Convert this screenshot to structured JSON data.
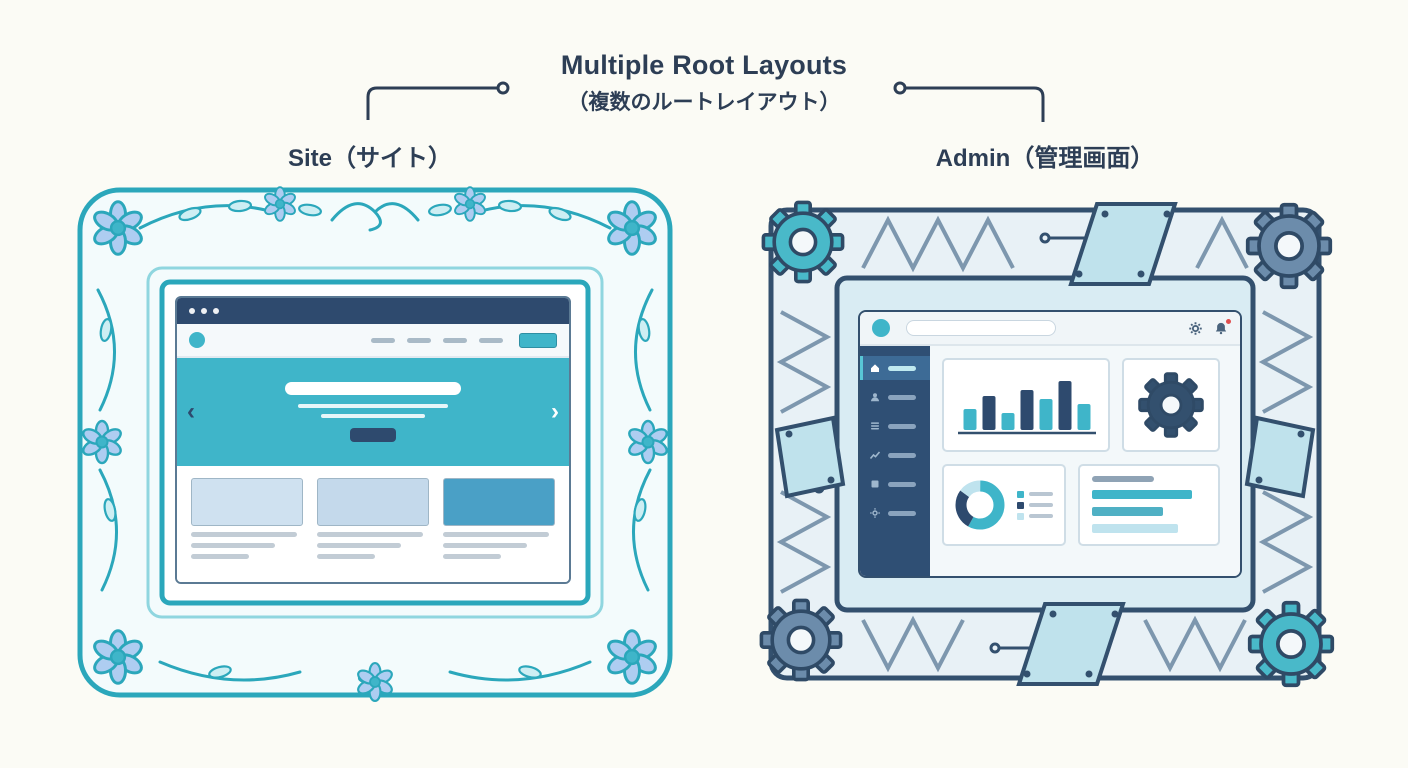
{
  "title": {
    "line1": "Multiple Root Layouts",
    "line2": "（複数のルートレイアウト）"
  },
  "panels": {
    "site": {
      "label": "Site（サイト）",
      "frame_style": "ornate floral frame",
      "browser": {
        "window_dots": 3,
        "nav_links": 4,
        "hero": {
          "carousel_prev": "‹",
          "carousel_next": "›"
        },
        "cards": 3
      }
    },
    "admin": {
      "label": "Admin（管理画面）",
      "frame_style": "mechanical gear frame",
      "topbar_icons": [
        "gear-icon",
        "bell-icon"
      ],
      "sidebar_items": [
        "home",
        "user",
        "list",
        "chart",
        "panel",
        "settings"
      ]
    }
  },
  "colors": {
    "background": "#fbfbf5",
    "teal": "#3fb5c9",
    "navy": "#2e4a6e",
    "steel": "#6c8cab",
    "light_blue": "#cfe1f0",
    "text": "#2d3e55",
    "notification": "#e04f4f"
  },
  "chart_data": [
    {
      "type": "bar",
      "title": "admin dashboard vertical bars (stylized, unlabeled)",
      "values": [
        38,
        60,
        30,
        72,
        55,
        88,
        46
      ],
      "colors": [
        "#3fb5c9",
        "#2e4a6e",
        "#3fb5c9",
        "#2e4a6e",
        "#3fb5c9",
        "#2e4a6e",
        "#3fb5c9"
      ],
      "ylim": [
        0,
        100
      ]
    },
    {
      "type": "pie",
      "donut": true,
      "title": "admin dashboard donut (stylized, unlabeled)",
      "values": [
        58,
        27,
        15
      ],
      "colors": [
        "#3fb5c9",
        "#2e4a6e",
        "#bfe3ee"
      ]
    },
    {
      "type": "bar",
      "orientation": "horizontal",
      "title": "admin dashboard horizontal bars (stylized, unlabeled)",
      "values": [
        88,
        62,
        75
      ],
      "colors": [
        "#3fb5c9",
        "#4fb0c4",
        "#bfe3ee"
      ]
    }
  ]
}
